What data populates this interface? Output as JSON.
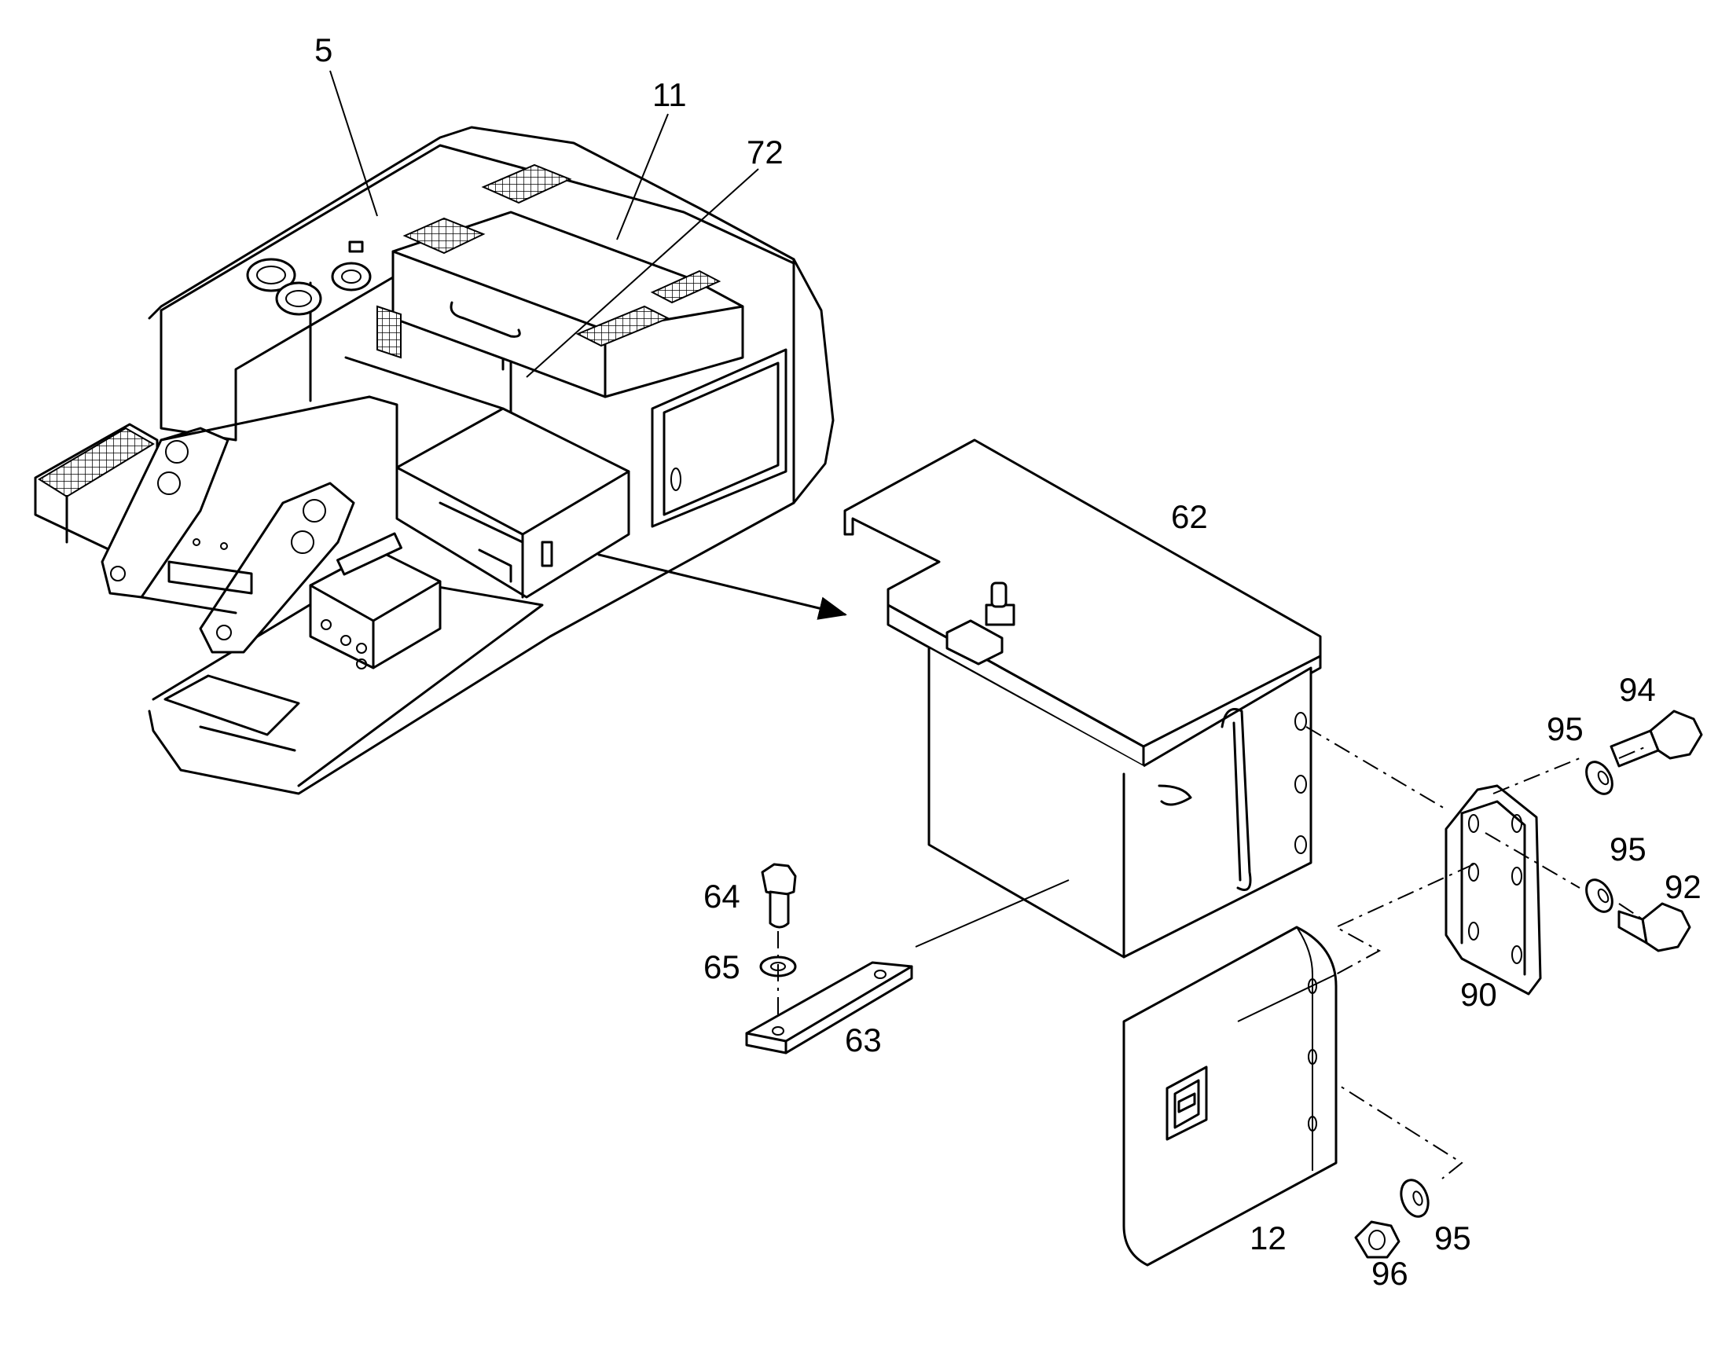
{
  "diagram": {
    "callouts": {
      "c5": "5",
      "c11": "11",
      "c72": "72",
      "c62": "62",
      "c94": "94",
      "c95a": "95",
      "c95b": "95",
      "c92": "92",
      "c90": "90",
      "c64": "64",
      "c65": "65",
      "c63": "63",
      "c12": "12",
      "c96": "96",
      "c95c": "95"
    }
  }
}
